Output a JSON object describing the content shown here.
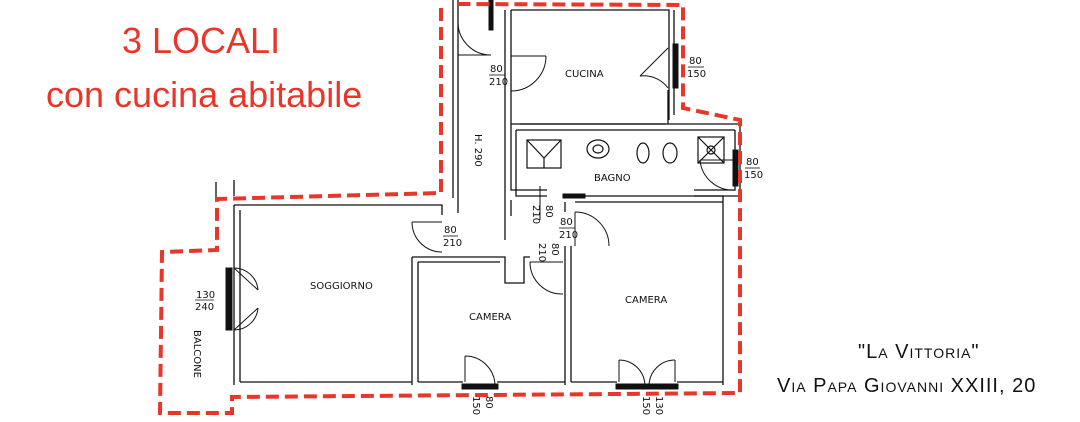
{
  "heading": {
    "line1": "3 LOCALI",
    "line2": "con cucina abitabile"
  },
  "address": {
    "name": "\"La Vittoria\"",
    "street": "Via Papa Giovanni XXIII, 20"
  },
  "rooms": {
    "cucina": "CUCINA",
    "bagno": "BAGNO",
    "soggiorno": "SOGGIORNO",
    "camera_left": "CAMERA",
    "camera_right": "CAMERA",
    "balcone": "BALCONE",
    "height": "H. 290"
  },
  "dims": {
    "d80_210_top": "80",
    "d80_210_top_b": "210",
    "d80_150_kitchen": "80",
    "d80_150_kitchen_b": "150",
    "d80_150_bath": "80",
    "d80_150_bath_b": "150",
    "d80_210_bath": "80",
    "d80_210_bath_b": "210",
    "d80_210_corr": "80",
    "d80_210_corr_b": "210",
    "d80_210_soggiorno": "80",
    "d80_210_soggiorno_b": "210",
    "d80_210_cam": "80",
    "d80_210_cam_b": "210",
    "d130_240": "130",
    "d130_240_b": "240",
    "d80_150_bottom": "80",
    "d80_150_bottom_b": "150",
    "d130_150_bottom": "130",
    "d130_150_bottom_b": "150"
  },
  "colors": {
    "outline": "#e8362a",
    "walls": "#111111"
  }
}
